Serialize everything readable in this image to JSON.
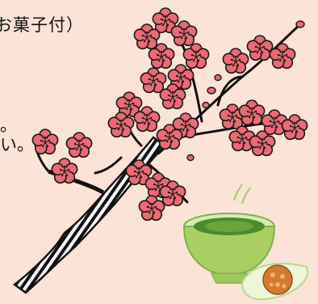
{
  "caption": {
    "line1": "お菓子付）",
    "line2": "。",
    "line3": "い。"
  },
  "colors": {
    "background": "#fbe3d7",
    "blossom_fill": "#ec6a73",
    "blossom_outline": "#1a1a1a",
    "branch_ink": "#111111",
    "teacup_green": "#a9cf63",
    "matcha": "#4e8a2c",
    "wagashi": "#d77832"
  },
  "icons": {
    "branch": "plum-branch-illustration",
    "blossom": "plum-blossom-icon",
    "teacup": "matcha-teacup-icon",
    "sweet": "wagashi-sweet-icon"
  }
}
